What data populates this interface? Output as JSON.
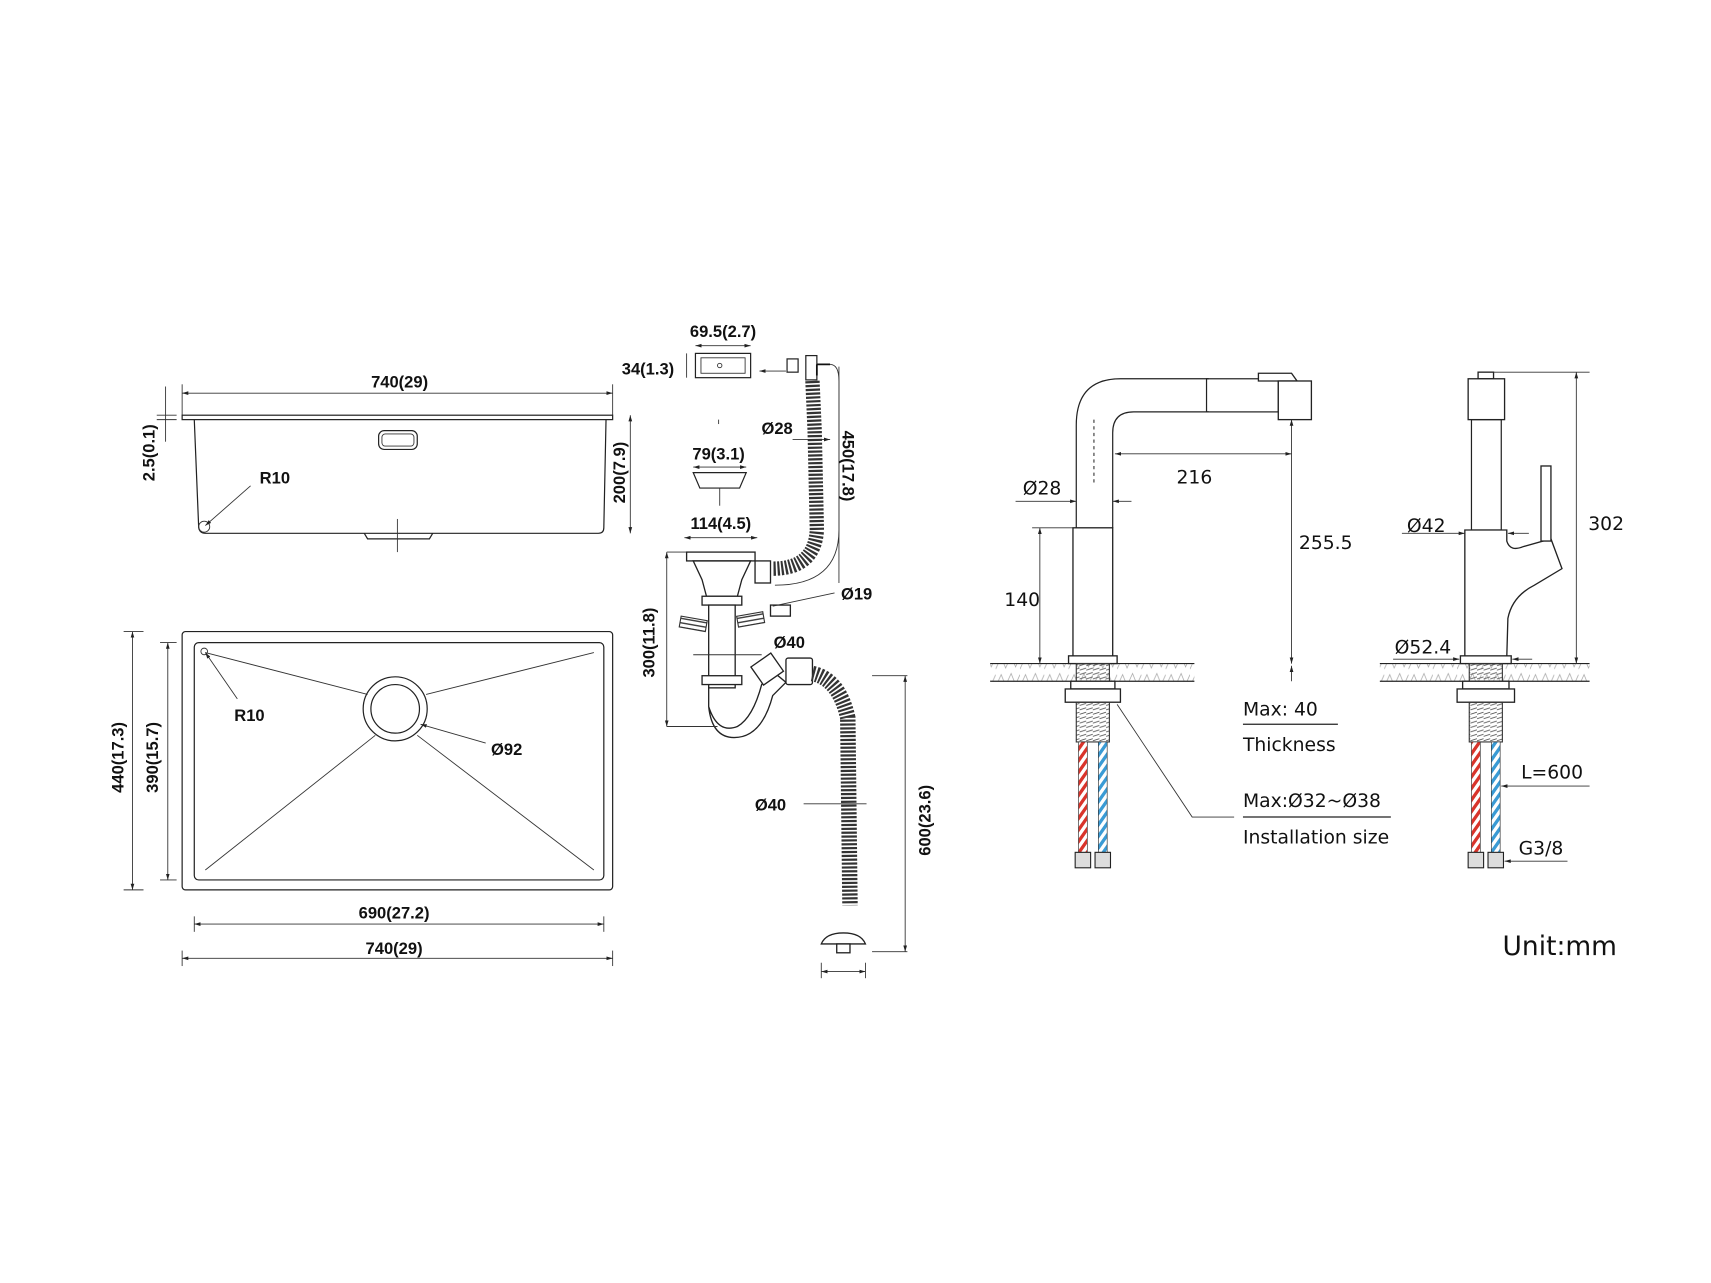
{
  "sink": {
    "top_width": "740(29)",
    "rim_thickness": "2.5(0.1)",
    "corner_radius_side": "R10",
    "depth": "200(7.9)",
    "outer_depth": "440(17.3)",
    "inner_depth": "390(15.7)",
    "corner_radius_plan": "R10",
    "drain_diameter": "Ø92",
    "inner_width": "690(27.2)",
    "outer_width": "740(29)"
  },
  "drain": {
    "overflow_width": "69.5(2.7)",
    "overflow_height": "34(1.3)",
    "hose_diameter": "Ø28",
    "strainer_diameter": "79(3.1)",
    "hose_length": "450(17.8)",
    "flange_diameter": "114(4.5)",
    "connector_diameter": "Ø19",
    "trap_height": "300(11.8)",
    "pipe_diameter": "Ø40",
    "outlet_diameter": "Ø40",
    "outlet_length": "600(23.6)"
  },
  "faucet_front": {
    "spout_diameter": "Ø28",
    "reach": "216",
    "spout_height": "255.5",
    "body_height": "140",
    "thickness_value": "Max: 40",
    "thickness_label": "Thickness",
    "install_value": "Max:Ø32~Ø38",
    "install_label": "Installation size"
  },
  "faucet_side": {
    "body_diameter": "Ø42",
    "total_height": "302",
    "base_diameter": "Ø52.4",
    "hose_length": "L=600",
    "thread": "G3/8"
  },
  "unit": "Unit:mm",
  "colors": {
    "hot": "#d9342b",
    "cold": "#3a9bd5",
    "line": "#222222"
  }
}
